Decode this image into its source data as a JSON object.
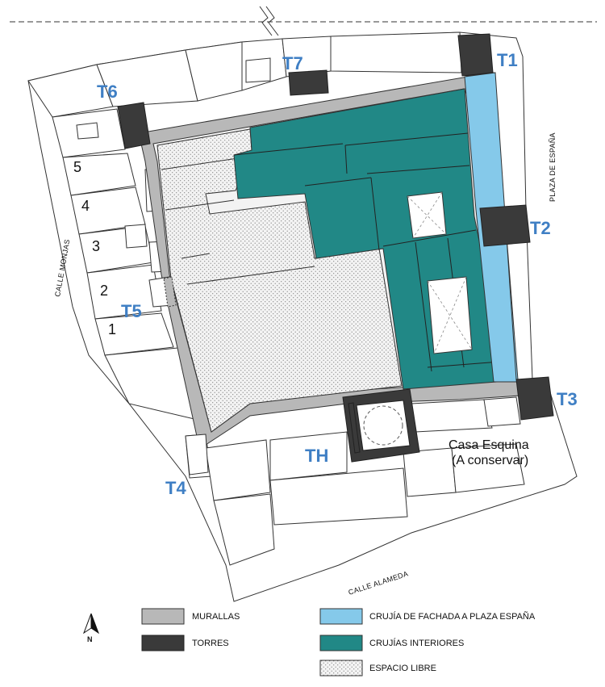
{
  "towers": {
    "t1": "T1",
    "t2": "T2",
    "t3": "T3",
    "t4": "T4",
    "t5": "T5",
    "t6": "T6",
    "t7": "T7",
    "th": "TH"
  },
  "lots": [
    "5",
    "4",
    "3",
    "2",
    "1"
  ],
  "streets": {
    "plaza": "PLAZA DE ESPAÑA",
    "monjas": "CALLE MONJAS",
    "alameda": "CALLE ALAMEDA"
  },
  "note": {
    "line1": "Casa Esquina",
    "line2": "(A conservar)"
  },
  "north": "N",
  "legend": {
    "murallas": "MURALLAS",
    "torres": "TORRES",
    "crujia_fachada": "CRUJÍA DE FACHADA A PLAZA ESPAÑA",
    "crujias_interiores": "CRUJÍAS INTERIORES",
    "espacio_libre": "ESPACIO LIBRE"
  },
  "colors": {
    "murallas": "#b8b8b8",
    "torres": "#3a3a3a",
    "crujia_fachada": "#85c9ea",
    "crujias_interiores": "#218886",
    "espacio_libre": "#f0f0f0",
    "tower_label": "#3f7fc4"
  }
}
